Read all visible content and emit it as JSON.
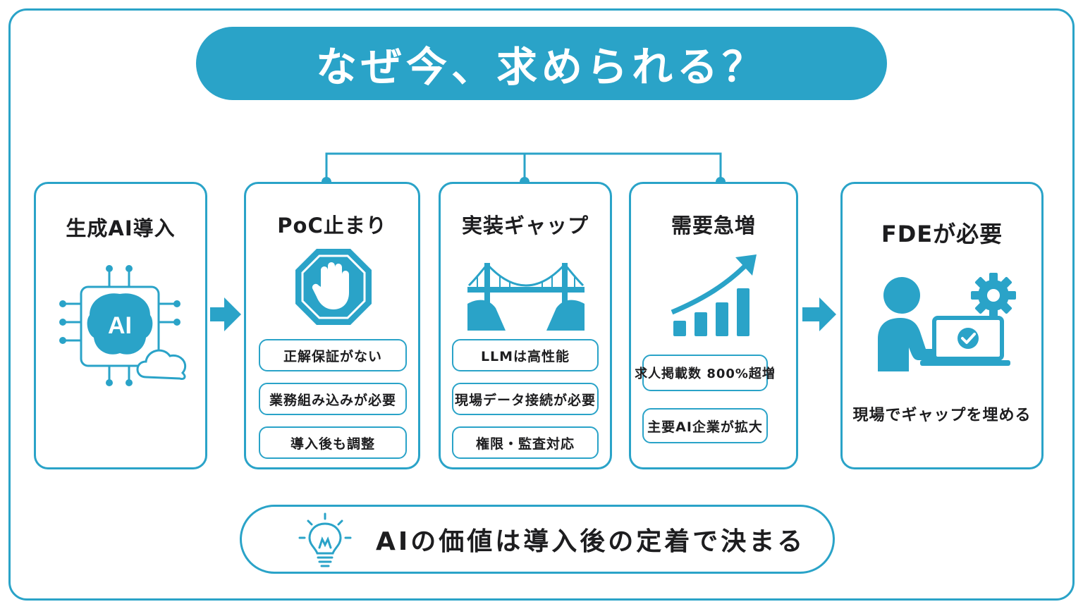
{
  "title": "なぜ今、求められる？",
  "cards": {
    "gen_ai": {
      "title": "生成AI導入",
      "chip_label": "AI"
    },
    "poc": {
      "title": "PoC止まり",
      "pills": [
        "正解保証がない",
        "業務組み込みが必要",
        "導入後も調整"
      ]
    },
    "gap": {
      "title": "実装ギャップ",
      "pills": [
        "LLMは高性能",
        "現場データ接続が必要",
        "権限・監査対応"
      ]
    },
    "demand": {
      "title": "需要急増",
      "pills": [
        "求人掲載数 800%超増",
        "主要AI企業が拡大"
      ]
    },
    "fde": {
      "title": "FDEが必要",
      "caption": "現場でギャップを埋める"
    }
  },
  "bottom": {
    "text": "AIの価値は導入後の定着で決まる"
  },
  "icons": [
    "ai-brain-chip-icon",
    "cloud-icon",
    "stop-hand-icon",
    "bridge-icon",
    "growth-chart-icon",
    "person-laptop-icon",
    "gear-icon",
    "checkmark-icon",
    "lightbulb-icon",
    "right-arrow-icon"
  ],
  "colors": {
    "accent": "#2aa3c8",
    "text": "#1d1d1f",
    "background": "#ffffff"
  }
}
